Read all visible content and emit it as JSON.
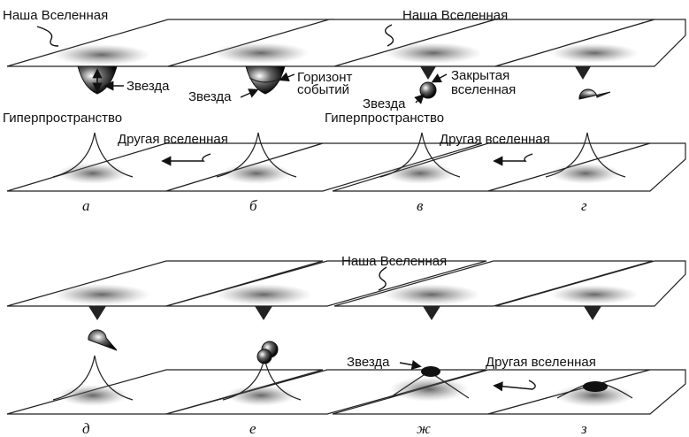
{
  "labels": {
    "our_universe": "Наша Вселенная",
    "star": "Звезда",
    "event_horizon_line1": "Горизонт",
    "event_horizon_line2": "событий",
    "closed_universe_line1": "Закрытая",
    "closed_universe_line2": "вселенная",
    "hyperspace": "Гиперпространство",
    "other_universe": "Другая вселенная"
  },
  "panels": [
    "а",
    "б",
    "в",
    "г",
    "д",
    "е",
    "ж",
    "з"
  ],
  "colors": {
    "ink": "#111111",
    "paper": "#ffffff"
  }
}
